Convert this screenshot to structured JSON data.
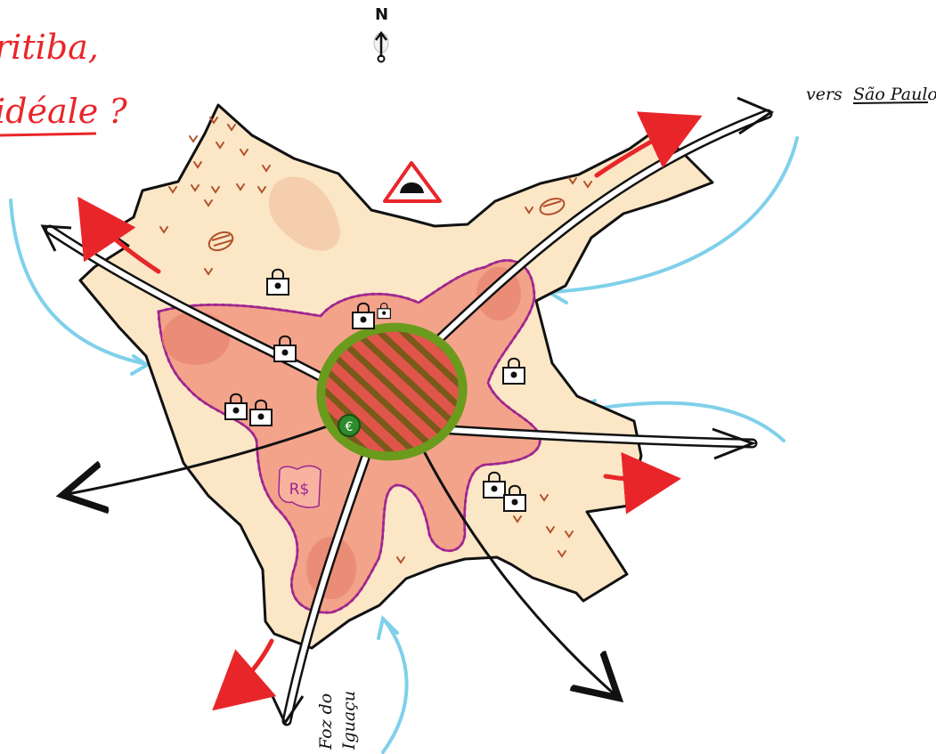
{
  "title": {
    "line1": "ritiba,",
    "line2": "idéale ?"
  },
  "compass": {
    "label": "N"
  },
  "destinations": {
    "east_prefix": "vers",
    "east_city": "São Paulo",
    "south_line1": "Foz do",
    "south_line2": "Iguaçu"
  },
  "legend_symbols": {
    "money": "R$",
    "park": "€"
  },
  "colors": {
    "outline": "#111111",
    "urban_fill": "#fbe6c6",
    "dense_zone": "#f2a38a",
    "core": "#e0554a",
    "core_ring": "#6b9b1c",
    "sprawl_edge": "#a0268f",
    "growth_arrow": "#e8262a",
    "pressure_arrow": "#7fd0ea",
    "farm_marks": "#b0512a"
  }
}
